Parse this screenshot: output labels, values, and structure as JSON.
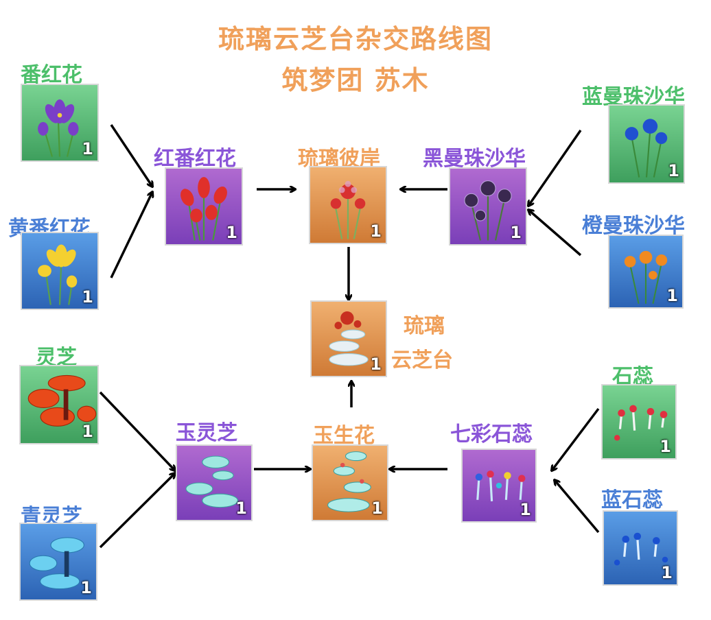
{
  "header": {
    "title": "琉璃云芝台杂交路线图",
    "subtitle": "筑梦团 苏木"
  },
  "nodes": {
    "fanhonghua": {
      "label": "番红花",
      "qty": "1",
      "icon": "purple-crocus-icon"
    },
    "huangfanhonghua": {
      "label": "黄番红花",
      "qty": "1",
      "icon": "yellow-crocus-icon"
    },
    "hongfanhonghua": {
      "label": "红番红花",
      "qty": "1",
      "icon": "red-crocus-icon"
    },
    "liulibian": {
      "label": "琉璃彼岸",
      "qty": "1",
      "icon": "glass-lily-icon"
    },
    "heimanzhu": {
      "label": "黑曼珠沙华",
      "qty": "1",
      "icon": "black-spider-lily-icon"
    },
    "lanmanzhu": {
      "label": "蓝曼珠沙华",
      "qty": "1",
      "icon": "blue-spider-lily-icon"
    },
    "chengmanzhu": {
      "label": "橙曼珠沙华",
      "qty": "1",
      "icon": "orange-spider-lily-icon"
    },
    "liuliyunzhitai": {
      "label_line1": "琉璃",
      "label_line2": "云芝台",
      "qty": "1",
      "icon": "glass-cloud-platform-icon"
    },
    "lingzhi": {
      "label": "灵芝",
      "qty": "1",
      "icon": "red-mushroom-icon"
    },
    "qinglingzhi": {
      "label": "青灵芝",
      "qty": "1",
      "icon": "blue-mushroom-icon"
    },
    "yulingzhi": {
      "label": "玉灵芝",
      "qty": "1",
      "icon": "jade-mushroom-icon"
    },
    "yushenghua": {
      "label": "玉生花",
      "qty": "1",
      "icon": "jade-flower-icon"
    },
    "qicaishirui": {
      "label": "七彩石蕊",
      "qty": "1",
      "icon": "rainbow-lichen-icon"
    },
    "shirui": {
      "label": "石蕊",
      "qty": "1",
      "icon": "red-lichen-icon"
    },
    "lanshirui": {
      "label": "蓝石蕊",
      "qty": "1",
      "icon": "blue-lichen-icon"
    }
  },
  "colors": {
    "title": "#f0a05a",
    "green_label": "#4cbf6a",
    "purple_label": "#8a55d8",
    "blue_label": "#4a7fd6",
    "orange_label": "#f0a05a",
    "arrow": "#000000"
  }
}
